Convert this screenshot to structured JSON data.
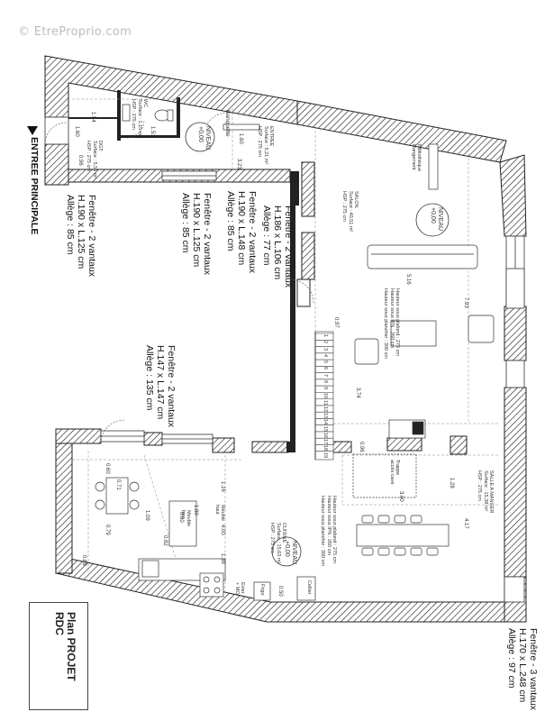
{
  "watermark": "© EtreProprio.com",
  "title_block": {
    "line1": "Plan PROJET",
    "line2": "RDC"
  },
  "entrance": {
    "label": "ENTREE PRINCIPALE"
  },
  "window_notes": [
    {
      "lines": [
        "Fenêtre - 2 vantaux",
        "H.190 x L.125 cm",
        "Allège : 85 cm"
      ]
    },
    {
      "lines": [
        "Fenêtre - 2 vantaux",
        "H.190 x L.125 cm",
        "Allège : 85 cm"
      ]
    },
    {
      "lines": [
        "Fenêtre - 2 vantaux",
        "H.190 x L.148 cm",
        "Allège : 85 cm"
      ]
    },
    {
      "lines": [
        "Fenêtre - 2 vantaux",
        "H.186 x L.106 cm",
        "Allège : 77 cm"
      ]
    },
    {
      "lines": [
        "Fenêtre - 2 vantaux",
        "H.147 x L.147 cm",
        "Allège : 135 cm"
      ]
    },
    {
      "lines": [
        "Fenêtre - 3 vantaux",
        "H.170 x L.248 cm",
        "Allège : 97 cm"
      ]
    }
  ],
  "rooms": {
    "wc": {
      "lines": [
        "WC",
        "Surface : 1,15 m²",
        "HSP : 275 cm"
      ]
    },
    "dgt": {
      "lines": [
        "DGT",
        "Surface : 5,55 m²",
        "HSP : 275 cm"
      ]
    },
    "entree": {
      "lines": [
        "ENTREE",
        "Surface : 5,21 m²",
        "HSP : 275 cm"
      ]
    },
    "salon": {
      "lines": [
        "SALON",
        "Surface : 40,51 m²",
        "HSP : 275 cm"
      ]
    },
    "salle_a_manger": {
      "lines": [
        "SALLE A MANGER",
        "Surface : 15,38 m²",
        "HSP : 275 cm"
      ]
    },
    "cuisine": {
      "lines": [
        "CUISINE",
        "Surface : 15,63 m²",
        "HSP : 275 cm"
      ]
    }
  },
  "levels": [
    {
      "lines": [
        "NIVEAU",
        "+0,00"
      ]
    },
    {
      "lines": [
        "NIVEAU",
        "+0,00"
      ]
    },
    {
      "lines": [
        "NIVEAU",
        "+0,00"
      ]
    }
  ],
  "height_notes": [
    {
      "lines": [
        "Hauteur sous plafond : 275 cm",
        "Hauteur sous IPN : 260 cm",
        "Hauteur sous plancher : 300 cm"
      ]
    },
    {
      "lines": [
        "Hauteur sous plafond : 275 cm",
        "Hauteur sous IPN : 260 cm",
        "Hauteur sous plancher : 300 cm"
      ]
    }
  ],
  "labels": {
    "banquette": "Banquette",
    "trappe": [
      "Trappe",
      "accès cave"
    ],
    "meuble_haut": [
      "Meuble",
      "haut"
    ],
    "meuble_bas": [
      "Meuble",
      "bas"
    ],
    "cellier": "Cellier",
    "frigo": "Frigo",
    "evier": [
      "Evier",
      "+ MO"
    ],
    "bibliotheque": [
      "Bibliothèque",
      "Rangement"
    ]
  },
  "dimensions": {
    "d1": "1.54",
    "d2": "1.51",
    "d3": "1.60",
    "d4": "0.96",
    "d5": "3.23",
    "d6": "5.16",
    "d7": "7.93",
    "d8": "0.97",
    "d9": "3.74",
    "d10": "0.96",
    "d11": "1.28",
    "d12": "3.00",
    "d13": "4.17",
    "d14": "0.71",
    "d15": "1.09",
    "d16": "1.80",
    "d17": "0.80",
    "d18": "4.00",
    "d19": "1.16",
    "d20": "0.79",
    "d21": "0.82",
    "d22": "1.38",
    "d23": "0.60",
    "d24": "0.69",
    "d25": "0.50"
  },
  "stair_steps": [
    "1",
    "2",
    "3",
    "4",
    "5",
    "6",
    "7",
    "8",
    "9",
    "10",
    "11",
    "12",
    "13",
    "14",
    "15",
    "16",
    "17",
    "18",
    "19"
  ]
}
